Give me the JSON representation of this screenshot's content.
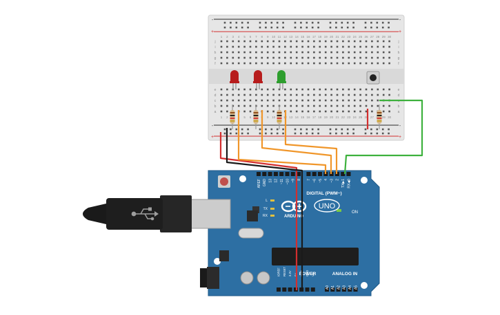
{
  "breadboard": {
    "columns": [
      "1",
      "2",
      "3",
      "4",
      "5",
      "6",
      "7",
      "8",
      "9",
      "10",
      "11",
      "12",
      "13",
      "14",
      "15",
      "16",
      "17",
      "18",
      "19",
      "20",
      "21",
      "22",
      "23",
      "24",
      "25",
      "26",
      "27",
      "28",
      "29",
      "30"
    ],
    "rows_top": [
      "j",
      "i",
      "h",
      "g",
      "f"
    ],
    "rows_bottom": [
      "e",
      "d",
      "c",
      "b",
      "a"
    ],
    "rail_plus": "+",
    "rail_minus": "-"
  },
  "components": {
    "led_colors": [
      "#b71c1c",
      "#b71c1c",
      "#2e9e2e"
    ],
    "button": "pushbutton",
    "resistors": 4
  },
  "arduino": {
    "logo": "ARDUINO",
    "model": "UNO",
    "on_label": "ON",
    "led_labels": [
      "L",
      "TX",
      "RX"
    ],
    "digital_header": "DIGITAL (PWM~)",
    "digital_pins": [
      "AREF",
      "GND",
      "13",
      "12",
      "~11",
      "~10",
      "~9",
      "8",
      "7",
      "~6",
      "~5",
      "4",
      "~3",
      "2",
      "TX▶1",
      "RX◀0"
    ],
    "power_header": "POWER",
    "power_pins": [
      "IOREF",
      "RESET",
      "3.3V",
      "5V",
      "GND",
      "GND",
      "Vin"
    ],
    "analog_header": "ANALOG IN",
    "analog_pins": [
      "A0",
      "A1",
      "A2",
      "A3",
      "A4",
      "A5"
    ]
  },
  "colors": {
    "board": "#2d6fa3",
    "breadboard": "#e6e6e6",
    "wire_red": "#d32f2f",
    "wire_black": "#1a1a1a",
    "wire_orange": "#f0962a",
    "wire_green": "#3db13d"
  }
}
